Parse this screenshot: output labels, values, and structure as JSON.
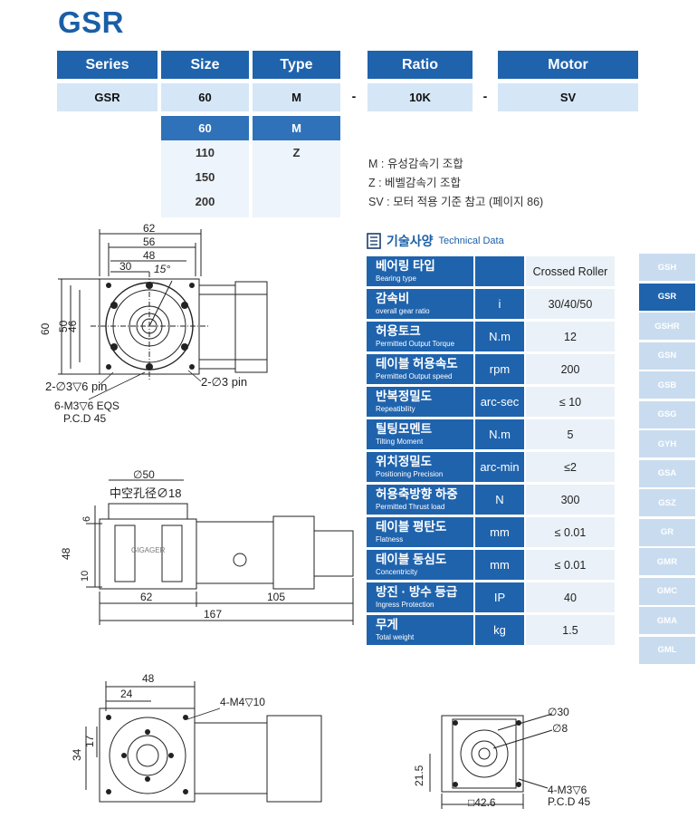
{
  "title": "GSR",
  "order_code": {
    "headers": [
      "Series",
      "Size",
      "Type",
      "Ratio",
      "Motor"
    ],
    "values": [
      "GSR",
      "60",
      "M",
      "10K",
      "SV"
    ],
    "separator": "-",
    "size_options": [
      "60",
      "110",
      "150",
      "200"
    ],
    "size_selected": "60",
    "type_options": [
      "M",
      "Z"
    ],
    "type_selected": "M"
  },
  "notes": [
    "M : 유성감속기 조합",
    "Z : 베벨감속기 조합",
    "SV : 모터 적용 기준 참고 (페이지 86)"
  ],
  "tech": {
    "title_kr": "기술사양",
    "title_en": "Technical Data",
    "rows": [
      {
        "kr": "베어링 타입",
        "en": "Bearing type",
        "unit": "",
        "value": "Crossed Roller"
      },
      {
        "kr": "감속비",
        "en": "overall gear ratio",
        "unit": "i",
        "value": "30/40/50"
      },
      {
        "kr": "허용토크",
        "en": "Permitted Output Torque",
        "unit": "N.m",
        "value": "12"
      },
      {
        "kr": "테이블 허용속도",
        "en": "Permitted Output speed",
        "unit": "rpm",
        "value": "200"
      },
      {
        "kr": "반복정밀도",
        "en": "Repeatibility",
        "unit": "arc-sec",
        "value": "≤ 10"
      },
      {
        "kr": "틸팅모멘트",
        "en": "Tilting Moment",
        "unit": "N.m",
        "value": "5"
      },
      {
        "kr": "위치정밀도",
        "en": "Positioning Precision",
        "unit": "arc-min",
        "value": "≤2"
      },
      {
        "kr": "허용축방향 하중",
        "en": "Permitted Thrust load",
        "unit": "N",
        "value": "300"
      },
      {
        "kr": "테이블 평탄도",
        "en": "Flatness",
        "unit": "mm",
        "value": "≤ 0.01"
      },
      {
        "kr": "테이블 동심도",
        "en": "Concentricity",
        "unit": "mm",
        "value": "≤ 0.01"
      },
      {
        "kr": "방진 · 방수 등급",
        "en": "Ingress Protection",
        "unit": "IP",
        "value": "40"
      },
      {
        "kr": "무게",
        "en": "Total weight",
        "unit": "kg",
        "value": "1.5"
      }
    ]
  },
  "side_nav": {
    "items": [
      "GSH",
      "GSR",
      "GSHR",
      "GSN",
      "GSB",
      "GSG",
      "GYH",
      "GSA",
      "GSZ",
      "GR",
      "GMR",
      "GMC",
      "GMA",
      "GML"
    ],
    "active": "GSR"
  },
  "drawing_top": {
    "dims": [
      "62",
      "56",
      "48",
      "30",
      "15°",
      "60",
      "50",
      "46"
    ],
    "callouts": [
      "2-∅3▽6 pin",
      "6-M3▽6 EQS",
      "P.C.D 45",
      "2-∅3 pin"
    ]
  },
  "drawing_side": {
    "dims": [
      "∅50",
      "中空孔径∅18",
      "6",
      "48",
      "10",
      "62",
      "105",
      "167"
    ],
    "brand": "GIGAGER"
  },
  "drawing_front": {
    "dims": [
      "48",
      "24",
      "34",
      "17"
    ],
    "callouts": [
      "4-M4▽10"
    ]
  },
  "drawing_motor": {
    "dims": [
      "∅30",
      "∅8",
      "21.5",
      "□42.6"
    ],
    "callouts": [
      "4-M3▽6",
      "P.C.D 45"
    ]
  },
  "colors": {
    "header": "#1f63ad",
    "value_bg": "#d5e6f6",
    "side_off": "#c9dcef",
    "accent": "#1a5fa6"
  }
}
